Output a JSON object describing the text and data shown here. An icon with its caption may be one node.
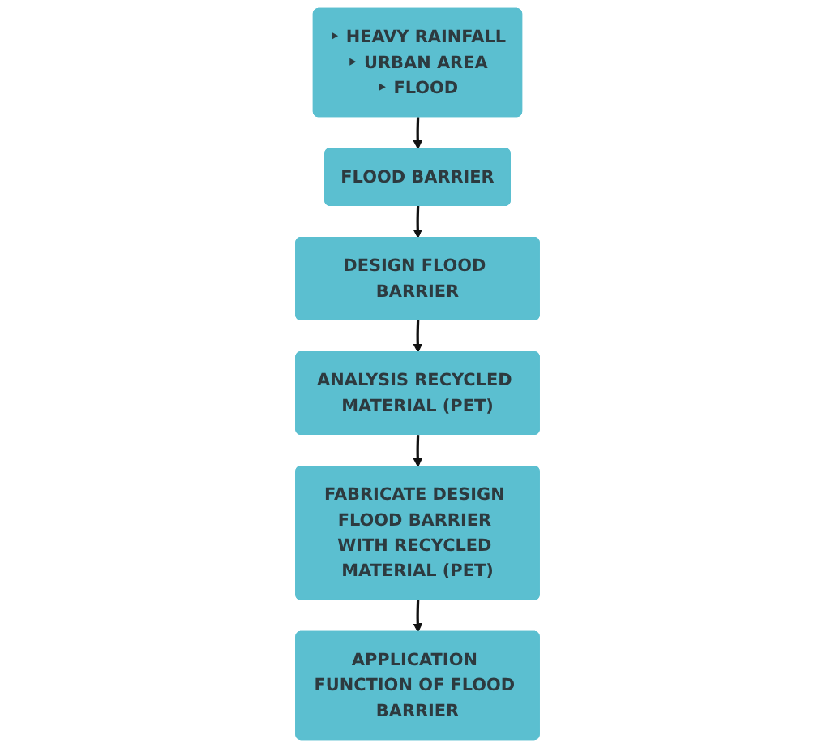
{
  "diagram": {
    "nodes": [
      {
        "text": [
          "‣ HEAVY RAINFALL",
          "‣ URBAN AREA",
          "‣ FLOOD"
        ]
      },
      {
        "text": [
          "FLOOD BARRIER"
        ]
      },
      {
        "text": [
          "DESIGN FLOOD BARRIER"
        ]
      },
      {
        "text": [
          "ANALYSIS RECYCLED MATERIAL (PET)"
        ]
      },
      {
        "text": [
          "FABRICATE DESIGN FLOOD BARRIER WITH RECYCLED MATERIAL (PET)"
        ]
      },
      {
        "text": [
          "APPLICATION FUNCTION OF FLOOD BARRIER"
        ]
      }
    ],
    "edges": [
      {
        "from": 0,
        "to": 1,
        "arrow": "to"
      },
      {
        "from": 1,
        "to": 2,
        "arrow": "to"
      },
      {
        "from": 2,
        "to": 3,
        "arrow": "to"
      },
      {
        "from": 3,
        "to": 4,
        "arrow": "to"
      },
      {
        "from": 4,
        "to": 5,
        "arrow": "to"
      }
    ]
  }
}
